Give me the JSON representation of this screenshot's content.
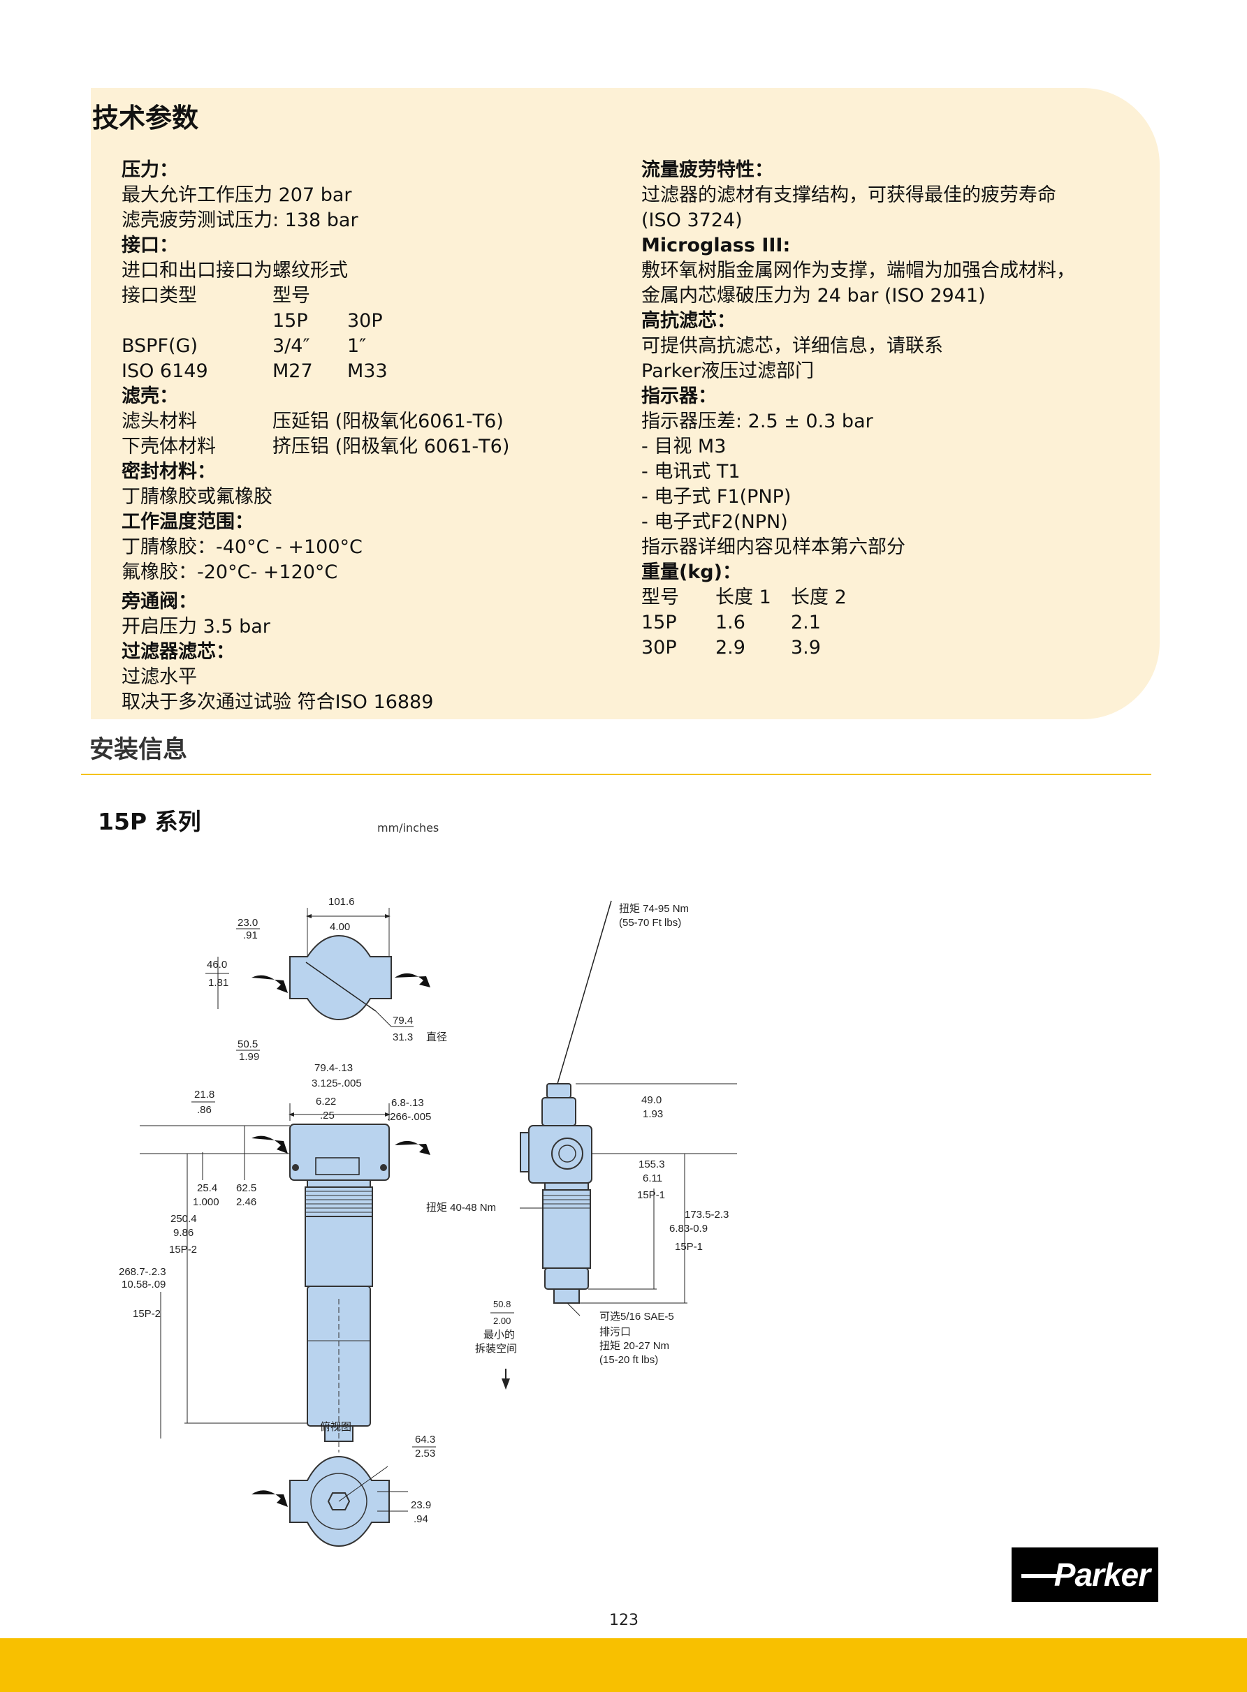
{
  "spec": {
    "title": "技术参数",
    "pressure": {
      "heading": "压力：",
      "line1": "最大允许工作压力 207 bar",
      "line2": "滤壳疲劳测试压力: 138 bar"
    },
    "ports": {
      "heading": "接口：",
      "desc": "进口和出口接口为螺纹形式",
      "rows": [
        [
          "接口类型",
          "型号",
          ""
        ],
        [
          "",
          "15P",
          "30P"
        ],
        [
          "BSPF(G)",
          "3/4″",
          "1″"
        ],
        [
          "ISO 6149",
          "M27",
          "M33"
        ]
      ]
    },
    "housing": {
      "heading": "滤壳：",
      "rows": [
        [
          "滤头材料",
          "压延铝 (阳极氧化6061-T6)"
        ],
        [
          "下壳体材料",
          "挤压铝 (阳极氧化 6061-T6)"
        ]
      ]
    },
    "seals": {
      "heading": "密封材料：",
      "text": "丁腈橡胶或氟橡胶"
    },
    "temp": {
      "heading": "工作温度范围：",
      "line1": "丁腈橡胶：-40°C - +100°C",
      "line2": "氟橡胶：-20°C- +120°C"
    },
    "bypass": {
      "heading": "旁通阀：",
      "text": "开启压力 3.5 bar"
    },
    "element": {
      "heading": "过滤器滤芯：",
      "line1": "过滤水平",
      "line2": "取决于多次通过试验 符合ISO 16889"
    },
    "fatigue": {
      "heading": "流量疲劳特性：",
      "line1": "过滤器的滤材有支撑结构，可获得最佳的疲劳寿命",
      "line2": "(ISO 3724)"
    },
    "microglass": {
      "heading": "Microglass III:",
      "line1": "敷环氧树脂金属网作为支撑，端帽为加强合成材料，",
      "line2": "金属内芯爆破压力为 24 bar (ISO 2941)"
    },
    "high_collapse": {
      "heading": "高抗滤芯：",
      "line1": "可提供高抗滤芯，详细信息，请联系",
      "line2": "Parker液压过滤部门"
    },
    "indicator": {
      "heading": "指示器：",
      "lines": [
        "指示器压差: 2.5 ± 0.3 bar",
        "- 目视 M3",
        "- 电讯式 T1",
        "- 电子式 F1(PNP)",
        "- 电子式F2(NPN)",
        "指示器详细内容见样本第六部分"
      ]
    },
    "weight": {
      "heading": "重量(kg)：",
      "rows": [
        [
          "型号",
          "长度 1",
          "长度 2"
        ],
        [
          "15P",
          "1.6",
          "2.1"
        ],
        [
          "30P",
          "2.9",
          "3.9"
        ]
      ]
    }
  },
  "install": {
    "title": "安装信息",
    "series": "15P 系列",
    "units": "mm/inches"
  },
  "drawing": {
    "top_width_mm": "101.6",
    "top_width_in": "4.00",
    "d_23": "23.0",
    "d_23i": ".91",
    "d_46": "46.0",
    "d_46i": "1.81",
    "d_79": "79.4",
    "d_31": "31.3",
    "d_dia": "直径",
    "d_505": "50.5",
    "d_199": "1.99",
    "d_794": "79.4-.13",
    "d_3125": "3.125-.005",
    "d_218": "21.8",
    "d_86": ".86",
    "d_622": "6.22",
    "d_25": ".25",
    "d_68": "6.8-.13",
    "d_266": ".266-.005",
    "d_254": "25.4",
    "d_1000": "1.000",
    "d_625": "62.5",
    "d_246": "2.46",
    "d_2504": "250.4",
    "d_986": "9.86",
    "d_15p2a": "15P-2",
    "d_2687": "268.7-.2.3",
    "d_1058": "10.58-.09",
    "d_15p2b": "15P-2",
    "torque_top": "扭矩 74-95 Nm",
    "torque_top2": "(55-70 Ft lbs)",
    "d_490": "49.0",
    "d_193": "1.93",
    "d_1553": "155.3",
    "d_611": "6.11",
    "d_15p1a": "15P-1",
    "torque_mid": "扭矩 40-48 Nm",
    "d_1735": "173.5-2.3",
    "d_683": "6.83-0.9",
    "d_15p1b": "15P-1",
    "d_508": "50.8",
    "d_200": "2.00",
    "min_space1": "最小的",
    "min_space2": "拆装空间",
    "drain1": "可选5/16 SAE-5",
    "drain2": "排污口",
    "drain3": "扭矩  20-27 Nm",
    "drain4": "(15-20 ft lbs)",
    "top_view": "俯视图",
    "d_643": "64.3",
    "d_253": "2.53",
    "d_239": "23.9",
    "d_94": ".94"
  },
  "footer": {
    "brand": "Parker",
    "page": "123"
  },
  "colors": {
    "panel": "#fdf1d6",
    "accent": "#f8c000",
    "part": "#b9d3ee"
  }
}
